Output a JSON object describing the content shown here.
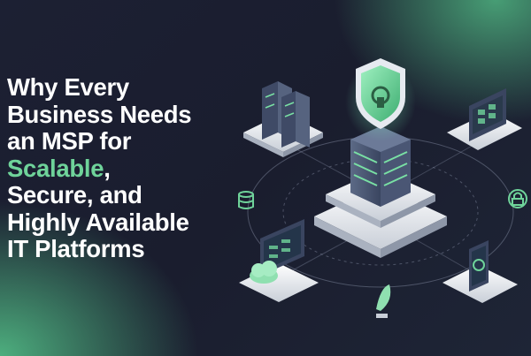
{
  "headline": {
    "line1": "Why Every",
    "line2": "Business Needs",
    "line3": "an MSP for",
    "line4_highlight": "Scalable",
    "line4_rest": ",",
    "line5": "Secure, and",
    "line6": "Highly Available",
    "line7": "IT Platforms"
  },
  "colors": {
    "background": "#1c2033",
    "accent": "#6fd39a",
    "text": "#ffffff",
    "glow": "#56c88c"
  },
  "illustration": {
    "icons": [
      "server-rack-icon",
      "shield-icon",
      "laptop-icon",
      "monitor-icon",
      "smartphone-icon",
      "cloud-icon",
      "database-icon",
      "lock-icon",
      "leaf-icon"
    ]
  }
}
